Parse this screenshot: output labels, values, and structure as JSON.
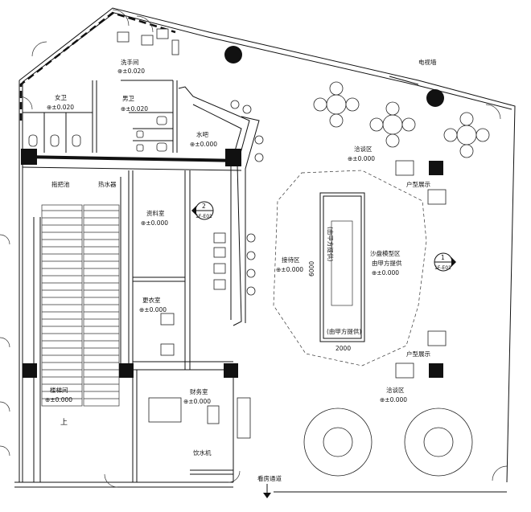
{
  "rooms": {
    "washroom": {
      "name": "洗手间",
      "elevation": "±0.020"
    },
    "female_wc": {
      "name": "女卫",
      "elevation": "±0.020"
    },
    "male_wc": {
      "name": "男卫",
      "elevation": "±0.020"
    },
    "water_bar": {
      "name": "水吧",
      "elevation": "±0.000"
    },
    "negotiation_north": {
      "name": "洽谈区",
      "elevation": "±0.000"
    },
    "negotiation_south": {
      "name": "洽谈区",
      "elevation": "±0.000"
    },
    "reception": {
      "name": "接待区",
      "elevation": "±0.000"
    },
    "sandtable": {
      "name": "沙盘模型区",
      "note": "由甲方提供",
      "elevation": "±0.000"
    },
    "archive": {
      "name": "资料室",
      "elevation": "±0.000"
    },
    "locker": {
      "name": "更衣室",
      "elevation": "±0.000"
    },
    "finance": {
      "name": "财务室",
      "elevation": "±0.000"
    },
    "stairwell": {
      "name": "楼梯间",
      "elevation": "±0.000"
    }
  },
  "labels": {
    "mop_pool": "拖把池",
    "water_heater": "热水器",
    "tv_wall": "电视墙",
    "unit_display_top": "户型展示",
    "unit_display_bottom": "户型展示",
    "water_dispenser": "饮水机",
    "house_viewing_passage": "看房通道",
    "stair_up": "上"
  },
  "model": {
    "dim_width": "2000",
    "dim_length": "6000",
    "provided_by_vertical": "(由甲方提供)",
    "provided_by_horizontal": "(由甲方提供)"
  },
  "elevation_marks": {
    "left": {
      "number": "2",
      "sheet": "1F-E01"
    },
    "right": {
      "number": "1",
      "sheet": "1F-E01"
    }
  },
  "symbols": {
    "elevation_prefix": "⊕"
  }
}
